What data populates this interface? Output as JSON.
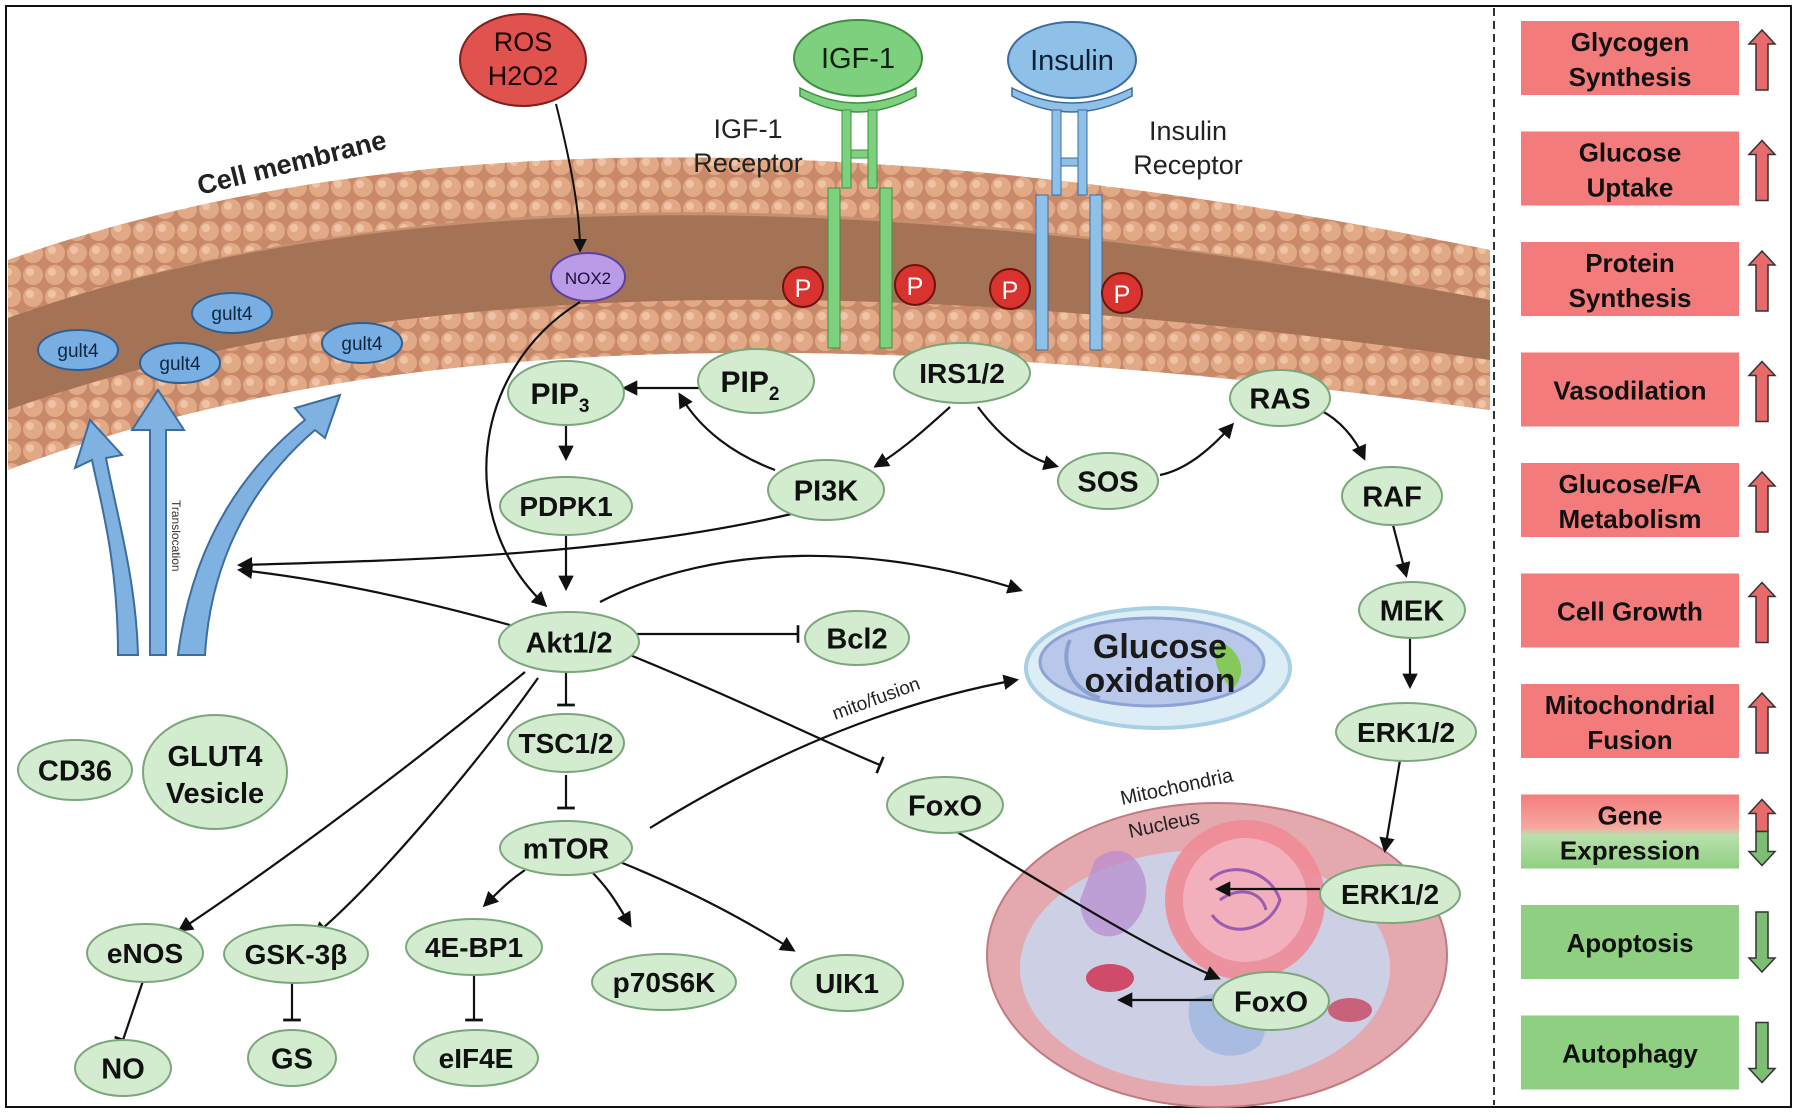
{
  "membrane_label": "Cell membrane",
  "ligands": {
    "ros": {
      "line1": "ROS",
      "line2": "H2O2"
    },
    "igf1": "IGF-1",
    "insulin": "Insulin"
  },
  "receptors": {
    "igf1": {
      "line1": "IGF-1",
      "line2": "Receptor"
    },
    "insulin": {
      "line1": "Insulin",
      "line2": "Receptor"
    }
  },
  "phospho_label": "P",
  "nox2": "NOX2",
  "glut4_membrane": [
    "gult4",
    "gult4",
    "gult4",
    "gult4"
  ],
  "translocation": "Translocation",
  "nodes": {
    "pip3": {
      "base": "PIP",
      "sub": "3"
    },
    "pip2": {
      "base": "PIP",
      "sub": "2"
    },
    "irs": "IRS1/2",
    "ras": "RAS",
    "pdpk1": "PDPK1",
    "pi3k": "PI3K",
    "sos": "SOS",
    "raf": "RAF",
    "akt": "Akt1/2",
    "bcl2": "Bcl2",
    "mek": "MEK",
    "tsc": "TSC1/2",
    "erk_upper": "ERK1/2",
    "foxo_upper": "FoxO",
    "mtor": "mTOR",
    "cd36": "CD36",
    "glut4_vesicle": {
      "line1": "GLUT4",
      "line2": "Vesicle"
    },
    "enos": "eNOS",
    "gsk": "GSK-3β",
    "ebp1": "4E-BP1",
    "p70": "p70S6K",
    "uik1": "UIK1",
    "no": "NO",
    "gs": "GS",
    "eif4e": "eIF4E",
    "erk_lower": "ERK1/2",
    "foxo_lower": "FoxO"
  },
  "glucose_oxidation": {
    "line1": "Glucose",
    "line2": "oxidation"
  },
  "mito_fusion_label": "mito/fusion",
  "mitochondria_label": "Mitochondria",
  "nucleus_label": "Nucleus",
  "outcomes": [
    {
      "line1": "Glycogen",
      "line2": "Synthesis",
      "effect": "up",
      "color": "#f47b7b"
    },
    {
      "line1": "Glucose",
      "line2": "Uptake",
      "effect": "up",
      "color": "#f47b7b"
    },
    {
      "line1": "Protein",
      "line2": "Synthesis",
      "effect": "up",
      "color": "#f47b7b"
    },
    {
      "line1": "Vasodilation",
      "line2": "",
      "effect": "up",
      "color": "#f47b7b"
    },
    {
      "line1": "Glucose/FA",
      "line2": "Metabolism",
      "effect": "up",
      "color": "#f47b7b"
    },
    {
      "line1": "Cell Growth",
      "line2": "",
      "effect": "up",
      "color": "#f47b7b"
    },
    {
      "line1": "Mitochondrial",
      "line2": "Fusion",
      "effect": "up",
      "color": "#f47b7b"
    },
    {
      "line1": "Gene",
      "line2": "Expression",
      "effect": "both",
      "color": "#f47b7b"
    },
    {
      "line1": "Apoptosis",
      "line2": "",
      "effect": "down",
      "color": "#8fcf82"
    },
    {
      "line1": "Autophagy",
      "line2": "",
      "effect": "down",
      "color": "#8fcf82"
    }
  ],
  "colors": {
    "node_fill": "#d3ecd0",
    "node_stroke": "#7aa77a",
    "membrane_head": "#d9a07e",
    "igf_receptor": "#7dd07d",
    "insulin_receptor": "#8fc0e8",
    "ros": "#e0524e",
    "nox2": "#b99be8",
    "phospho": "#d8332e",
    "up_arrow": "#e86a6a",
    "down_arrow": "#7cbf74"
  }
}
